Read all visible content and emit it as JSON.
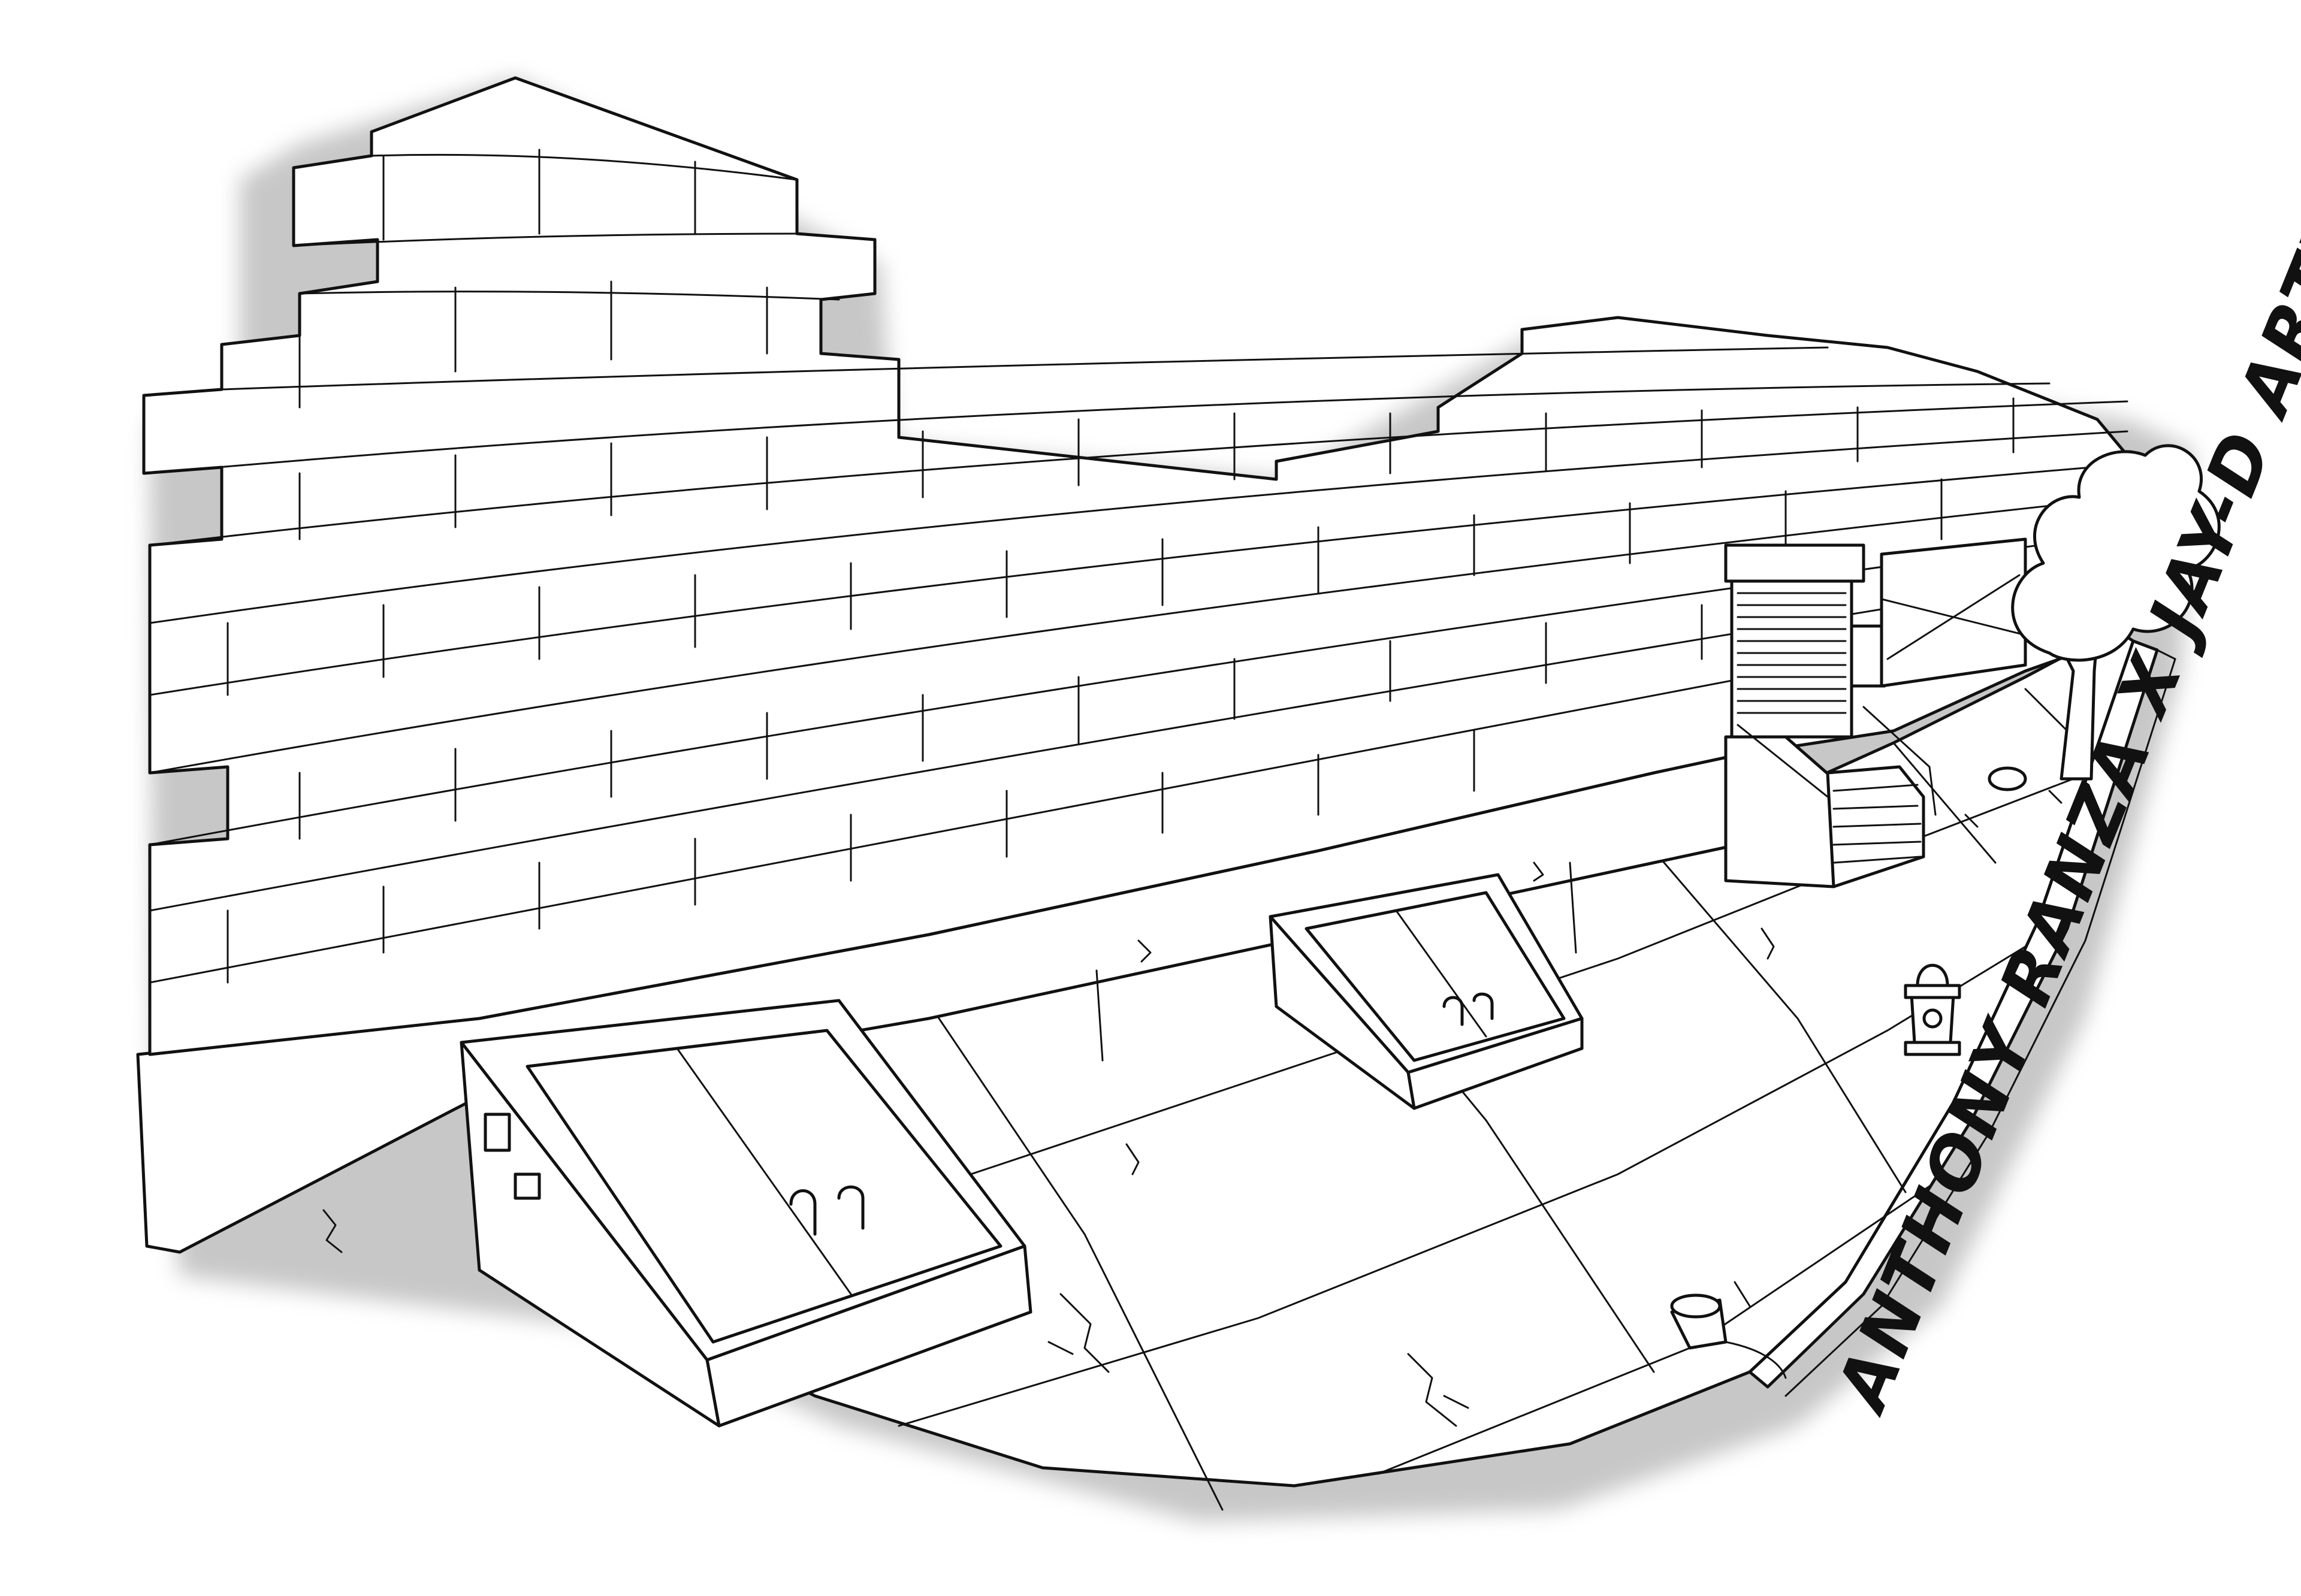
{
  "artwork": {
    "signature": "ANTHONY RANZA X JAY-D ARTWORKS",
    "ink_color": "#111111",
    "paper_color": "#ffffff",
    "shadow_color": "#9a9a9a"
  },
  "icons": [
    "brick-wall",
    "cellar-door",
    "fire-hydrant",
    "roll-up-shutter",
    "stoop-stairs",
    "boarded-window",
    "tree",
    "manhole-cover",
    "spilled-cup"
  ]
}
